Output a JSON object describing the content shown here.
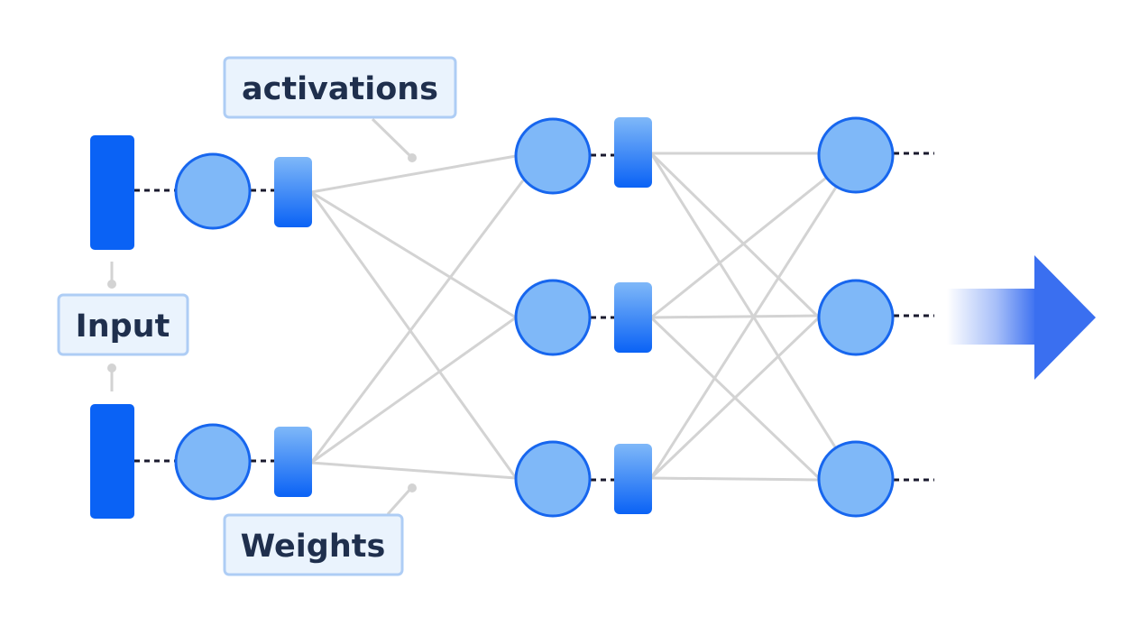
{
  "labels": {
    "activations": "activations",
    "input": "Input",
    "weights": "Weights"
  },
  "colors": {
    "bar": "#0a62f5",
    "node_fill": "#7fb8f8",
    "node_stroke": "#1766ee",
    "edge": "#d3d3d3",
    "label_bg": "#eaf3fd",
    "label_border": "#aecdf5",
    "label_text": "#1f2f4d",
    "arrow": "#3a6ff0"
  },
  "network": {
    "inputs": 2,
    "layers": [
      2,
      3,
      3
    ]
  },
  "arrow_icon": "right-arrow-gradient-icon"
}
